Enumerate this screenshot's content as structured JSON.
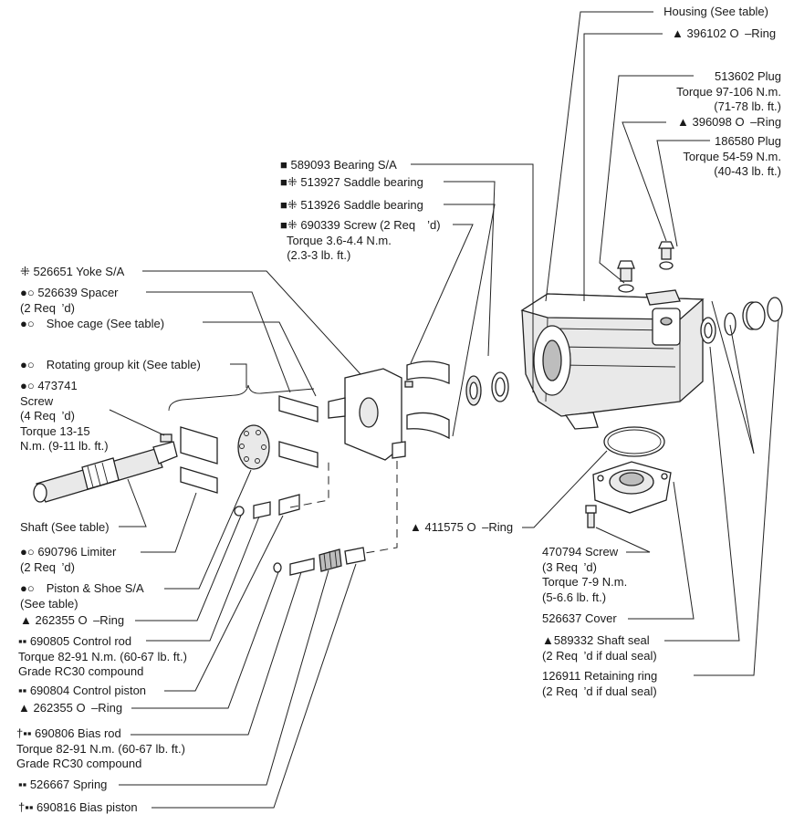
{
  "labels": {
    "housing": "Housing (See table)",
    "oring_396102": "▲ 396102 O –Ring",
    "plug_513602": "513602 Plug\nTorque 97-106 N.m.\n(71-78 lb. ft.)",
    "oring_396098": "▲ 396098 O –Ring",
    "plug_186580": "186580 Plug\nTorque 54-59 N.m.\n(40-43 lb. ft.)",
    "bearing_589093": "■ 589093 Bearing S/A",
    "saddle_513927": "■⁜ 513927 Saddle bearing",
    "saddle_513926": "■⁜ 513926 Saddle bearing",
    "screw_690339": "■⁜ 690339 Screw (2 Req ’d)\n  Torque 3.6-4.4 N.m.\n  (2.3-3 lb. ft.)",
    "yoke_526651": "⁜ 526651 Yoke S/A",
    "spacer_526639": "●○ 526639 Spacer\n(2 Req ’d)",
    "shoe_cage": "●○ Shoe cage (See table)",
    "rotating_group": "●○ Rotating group kit (See table)",
    "screw_473741": "●○ 473741\nScrew\n(4 Req ’d)\nTorque 13-15\nN.m. (9-11 lb. ft.)",
    "shaft": "Shaft (See table)",
    "limiter_690796": "●○ 690796 Limiter\n(2 Req ’d)",
    "piston_shoe": "●○ Piston & Shoe S/A\n(See table)",
    "oring_262355_a": "▲ 262355 O –Ring",
    "control_rod_690805": "▪▪ 690805 Control rod\nTorque 82-91 N.m. (60-67 lb. ft.)\nGrade RC30 compound",
    "control_piston_690804": "▪▪ 690804 Control piston",
    "oring_262355_b": "▲ 262355 O –Ring",
    "bias_rod_690806": "†▪▪ 690806 Bias rod\nTorque 82-91 N.m. (60-67 lb. ft.)\nGrade RC30 compound",
    "spring_526667": "▪▪ 526667 Spring",
    "bias_piston_690816": "†▪▪ 690816 Bias piston",
    "oring_411575": "▲ 411575 O –Ring",
    "screw_470794": "470794 Screw\n(3 Req ’d)\nTorque 7-9 N.m.\n(5-6.6 lb. ft.)",
    "cover_526637": "526637 Cover",
    "shaft_seal_589332": "▲589332 Shaft seal\n(2 Req ’d if dual seal)",
    "retaining_ring_126911": "126911 Retaining ring\n(2 Req ’d if dual seal)"
  }
}
